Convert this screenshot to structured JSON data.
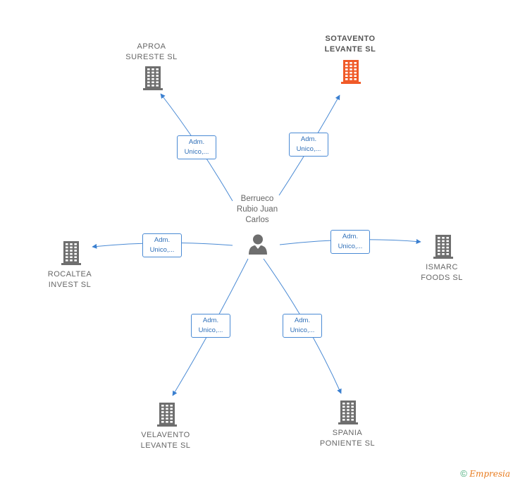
{
  "center": {
    "name": "Berrueco\nRubio Juan\nCarlos",
    "icon": "person-icon"
  },
  "companies": [
    {
      "id": "aproa",
      "name": "APROA\nSURESTE  SL",
      "icon": "building-icon",
      "color": "#6e6e6e"
    },
    {
      "id": "sotavento",
      "name": "SOTAVENTO\nLEVANTE  SL",
      "icon": "building-icon",
      "color": "#f05a28",
      "highlight": true
    },
    {
      "id": "rocaltea",
      "name": "ROCALTEA\nINVEST  SL",
      "icon": "building-icon",
      "color": "#6e6e6e"
    },
    {
      "id": "ismarc",
      "name": "ISMARC\nFOODS  SL",
      "icon": "building-icon",
      "color": "#6e6e6e"
    },
    {
      "id": "velavento",
      "name": "VELAVENTO\nLEVANTE  SL",
      "icon": "building-icon",
      "color": "#6e6e6e"
    },
    {
      "id": "spania",
      "name": "SPANIA\nPONIENTE  SL",
      "icon": "building-icon",
      "color": "#6e6e6e"
    }
  ],
  "roles": [
    {
      "target": "aproa",
      "label": "Adm.\nUnico,..."
    },
    {
      "target": "sotavento",
      "label": "Adm.\nUnico,..."
    },
    {
      "target": "rocaltea",
      "label": "Adm.\nUnico,..."
    },
    {
      "target": "ismarc",
      "label": "Adm.\nUnico,..."
    },
    {
      "target": "velavento",
      "label": "Adm.\nUnico,..."
    },
    {
      "target": "spania",
      "label": "Adm.\nUnico,..."
    }
  ],
  "colors": {
    "edge": "#4a8ad4",
    "building": "#6e6e6e",
    "highlight": "#f05a28",
    "person": "#6e6e6e"
  },
  "brand": {
    "copyright": "©",
    "name": "Empresia"
  }
}
